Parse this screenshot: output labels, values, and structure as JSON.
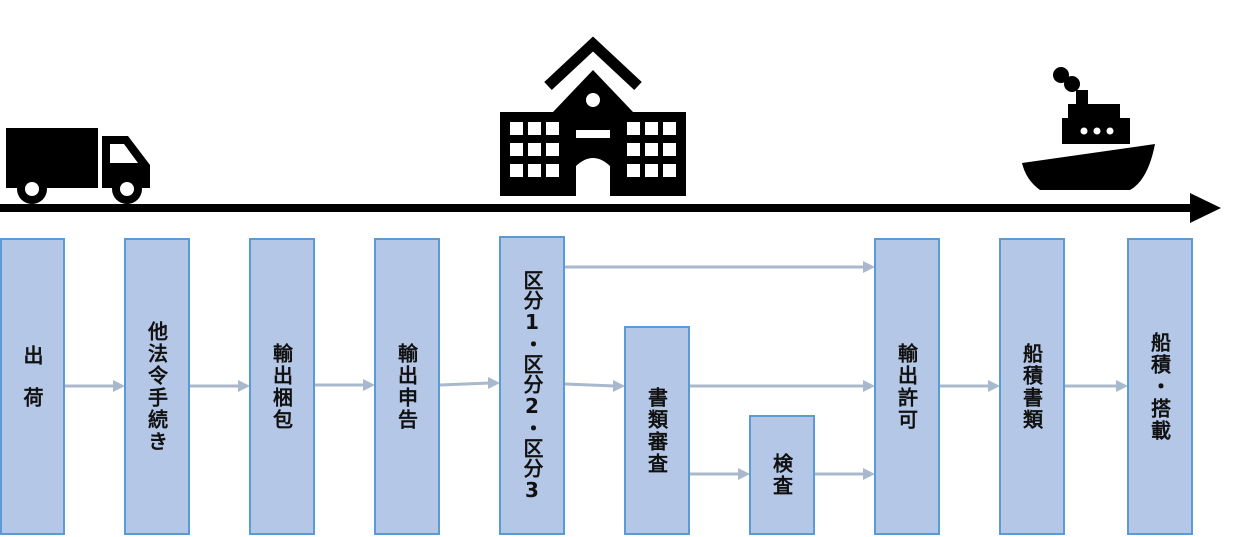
{
  "diagram": {
    "colors": {
      "box_fill": "#b4c7e7",
      "box_border": "#5b9bd5",
      "arrow": "#a9b8cc",
      "timeline": "#000000"
    },
    "icons": [
      "truck-icon",
      "government-building-icon",
      "ship-icon"
    ],
    "steps": [
      {
        "id": "shipment",
        "label": "出荷"
      },
      {
        "id": "other-laws",
        "label": "他法令手続き"
      },
      {
        "id": "packing",
        "label": "輸出梱包"
      },
      {
        "id": "declaration",
        "label": "輸出申告"
      },
      {
        "id": "category",
        "label": "区分1・区分2・区分3"
      },
      {
        "id": "document-review",
        "label": "書類審査"
      },
      {
        "id": "inspection",
        "label": "検査"
      },
      {
        "id": "permit",
        "label": "輸出許可"
      },
      {
        "id": "loading-docs",
        "label": "船積書類"
      },
      {
        "id": "loading",
        "label": "船積・搭載"
      }
    ]
  }
}
